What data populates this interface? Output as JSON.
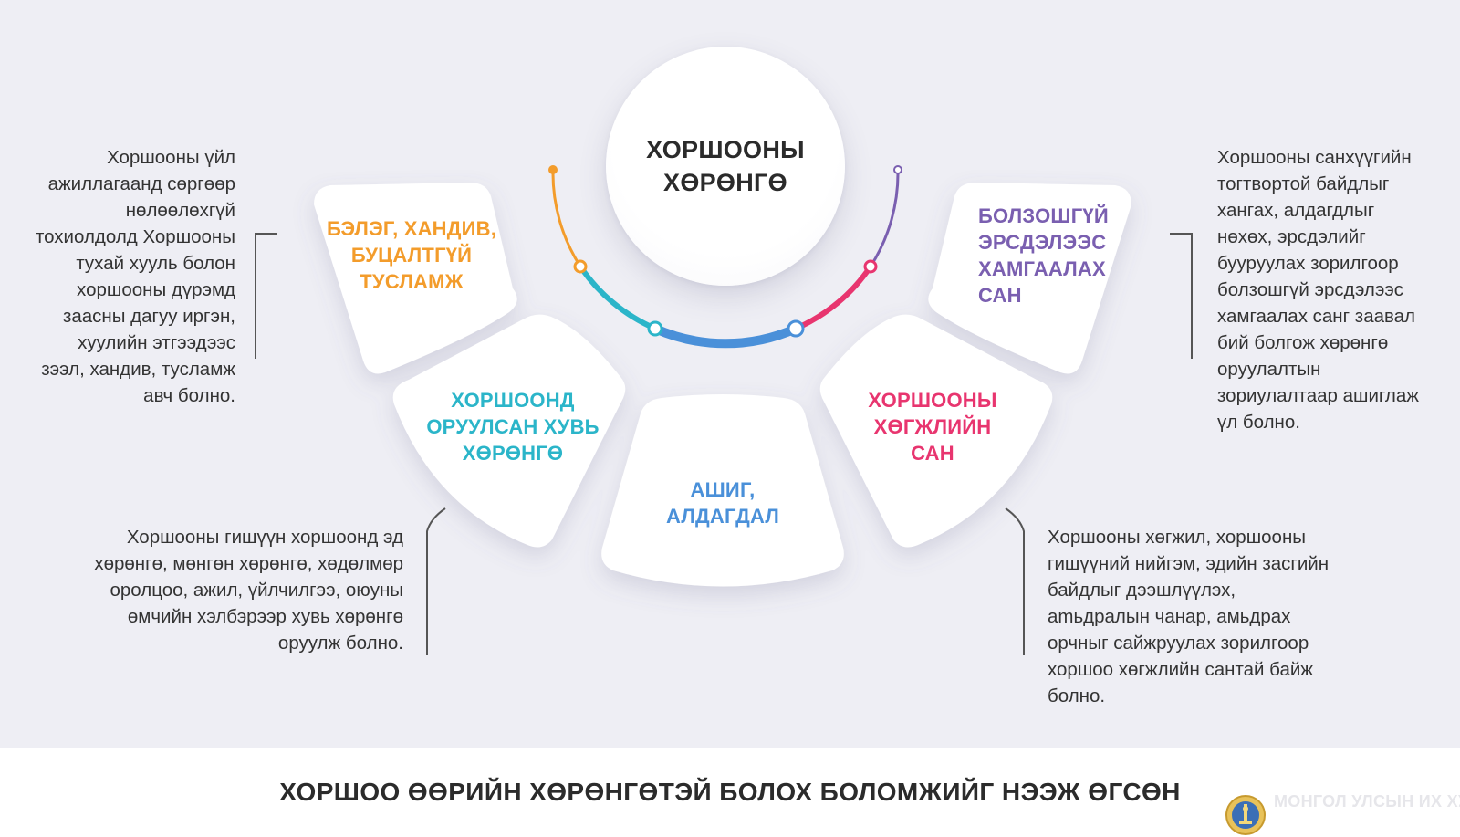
{
  "center": {
    "title": "ХОРШООНЫ\nХӨРӨНГӨ"
  },
  "cards": [
    {
      "id": "gift",
      "label": "БЭЛЭГ, ХАНДИВ,\nБУЦАЛТГҮЙ\nТУСЛАМЖ",
      "color": "#f39c2b"
    },
    {
      "id": "member",
      "label": "ХОРШООНД\nОРУУЛСАН ХУВЬ\nХӨРӨНГӨ",
      "color": "#2bb5c9"
    },
    {
      "id": "profit",
      "label": "АШИГ,\nАЛДАГДАЛ",
      "color": "#4a90d9"
    },
    {
      "id": "development",
      "label": "ХОРШООНЫ\nХӨГЖЛИЙН\nСАН",
      "color": "#e8356f"
    },
    {
      "id": "insurance",
      "label": "БОЛЗОШГҮЙ\nЭРСДЭЛЭЭС\nХАМГААЛАХ\nСАН",
      "color": "#7a5fb0"
    }
  ],
  "descriptions": {
    "gift": "Хоршооны үйл\nажиллагаанд сөргөөр\nнөлөөлөхгүй\nтохиолдолд Хоршооны\nтухай хууль болон\nхоршооны дүрэмд\nзаасны дагуу иргэн,\nхуулийн этгээдээс\nзээл, хандив, тусламж\nавч болно.",
    "member": "Хоршооны гишүүн хоршоонд эд\nхөрөнгө, мөнгөн хөрөнгө, хөдөлмөр\nоролцоо, ажил, үйлчилгээ, оюуны\nөмчийн хэлбэрээр хувь хөрөнгө\nоруулж болно.",
    "insurance": "Хоршооны санхүүгийн\nтогтвортой байдлыг\nхангах, алдагдлыг\nнөхөх, эрсдэлийг\nбууруулах зорилгоор\nболзошгүй эрсдэлээс\nхамгаалах санг заавал\nбий болгож хөрөнгө\nоруулалтын\nзориулалтаар ашиглаж\nүл болно.",
    "development": "Хоршооны хөгжил, хоршооны\nгишүүний нийгэм, эдийн засгийн\nбайдлыг дээшлүүлэх,\namьдралын чанар, амьдрах\nорчныг сайжруулах зорилгоор\nхоршоо хөгжлийн сантай байж\nболно."
  },
  "footer": {
    "title": "ХОРШОО ӨӨРИЙН ХӨРӨНГӨТЭЙ БОЛОХ БОЛОМЖИЙГ НЭЭЖ ӨГСӨН",
    "watermark": "МОНГОЛ УЛСЫН ИХ ХУРАЛ",
    "emblem_icon": "soyombo-emblem-icon"
  },
  "arc_colors": [
    "#f39c2b",
    "#2bb5c9",
    "#4a90d9",
    "#e8356f",
    "#7a5fb0"
  ]
}
